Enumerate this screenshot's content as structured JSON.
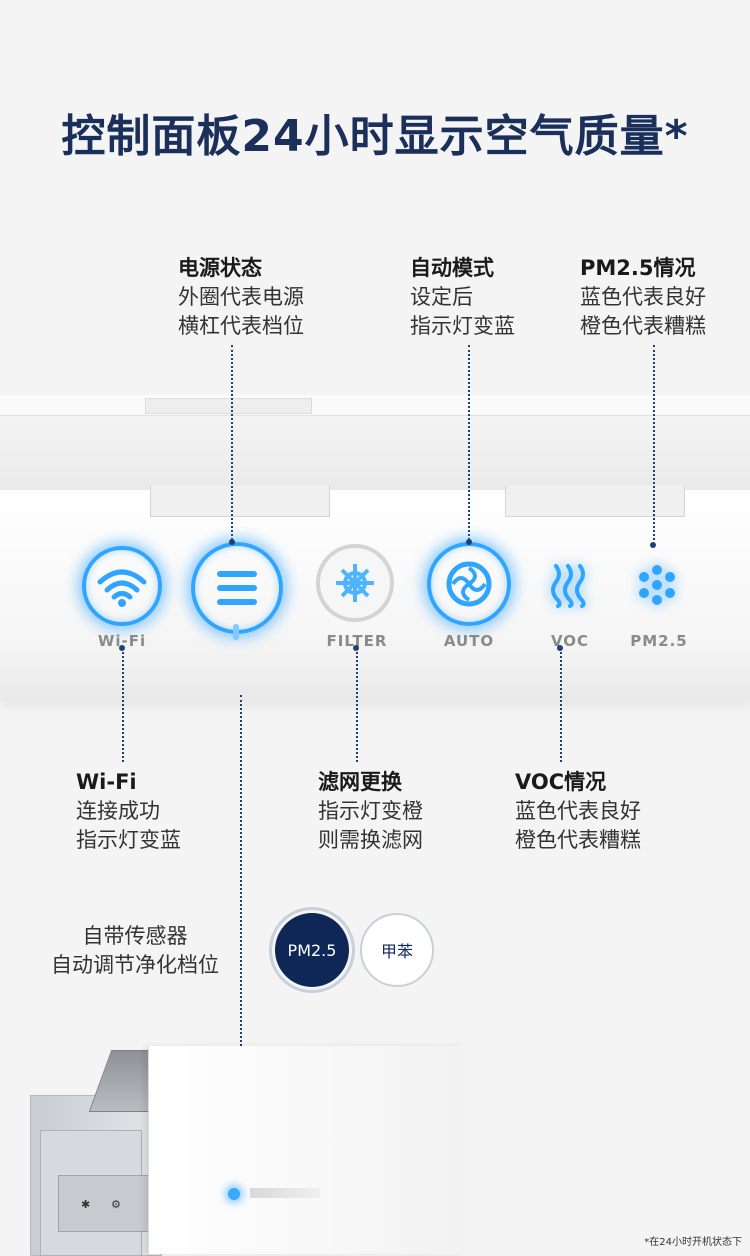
{
  "title": "控制面板24小时显示空气质量*",
  "captions": {
    "power": {
      "heading": "电源状态",
      "line1": "外圈代表电源",
      "line2": "横杠代表档位"
    },
    "auto": {
      "heading": "自动模式",
      "line1": "设定后",
      "line2": "指示灯变蓝"
    },
    "pm25": {
      "heading": "PM2.5情况",
      "line1": "蓝色代表良好",
      "line2": "橙色代表糟糕"
    },
    "wifi": {
      "heading": "Wi-Fi",
      "line1": "连接成功",
      "line2": "指示灯变蓝"
    },
    "filter": {
      "heading": "滤网更换",
      "line1": "指示灯变橙",
      "line2": "则需换滤网"
    },
    "voc": {
      "heading": "VOC情况",
      "line1": "蓝色代表良好",
      "line2": "橙色代表糟糕"
    }
  },
  "panel": {
    "labels": {
      "wifi": "Wi-Fi",
      "filter": "FILTER",
      "auto": "AUTO",
      "voc": "VOC",
      "pm25": "PM2.5"
    },
    "icons": [
      "wifi-icon",
      "fan-speed-icon",
      "filter-icon",
      "auto-mode-icon",
      "voc-icon",
      "pm25-icon"
    ]
  },
  "sensor": {
    "line1": "自带传感器",
    "line2": "自动调节净化档位",
    "badges": [
      "PM2.5",
      "甲苯"
    ]
  },
  "footnote": "*在24小时开机状态下",
  "colors": {
    "title": "#1a2f5a",
    "glow": "#2fa5ff",
    "badge_dark": "#0f2757"
  }
}
